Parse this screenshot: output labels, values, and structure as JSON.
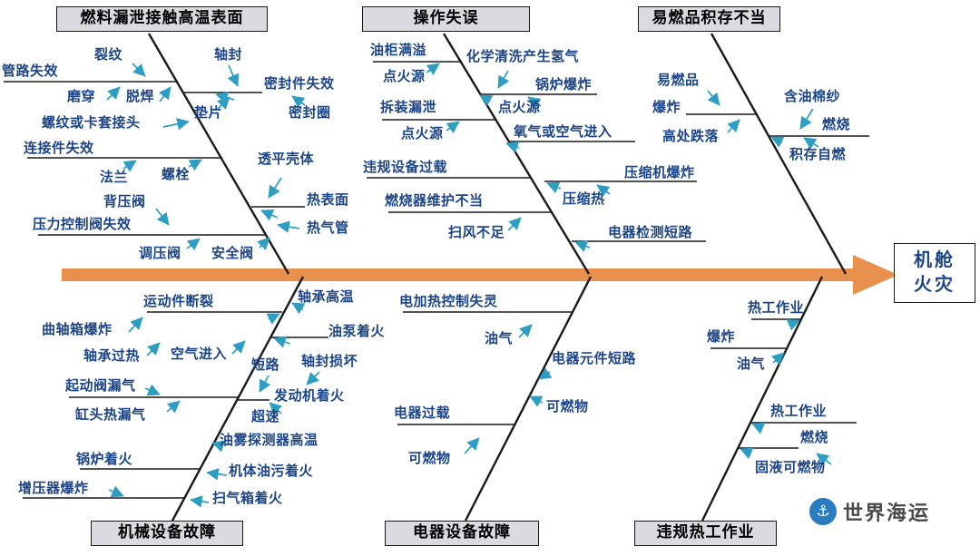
{
  "colors": {
    "spine_orange": "#E8914E",
    "cause_text_blue": "#1C4587",
    "arrow_cyan": "#2D9EC2",
    "category_box_gray": "#DADAE0"
  },
  "effect": {
    "line1": "机舱",
    "line2": "火灾"
  },
  "watermark": {
    "icon": "anchor-icon",
    "glyph": "⚓",
    "name": "世界海运"
  },
  "branches": {
    "fuel": {
      "title": "燃料漏泄接触高温表面",
      "labels": [
        "裂纹",
        "管路失效",
        "轴封",
        "磨穿",
        "脱焊",
        "密封件失效",
        "垫片",
        "密封圈",
        "螺纹或卡套接头",
        "连接件失效",
        "法兰",
        "螺栓",
        "透平壳体",
        "背压阀",
        "热表面",
        "压力控制阀失效",
        "热气管",
        "调压阀",
        "安全阀"
      ]
    },
    "operation": {
      "title": "操作失误",
      "labels": [
        "油柜满溢",
        "化学清洗产生氢气",
        "点火源",
        "锅炉爆炸",
        "拆装漏泄",
        "点火源",
        "点火源",
        "氧气或空气进入",
        "违规设备过载",
        "压缩机爆炸",
        "燃烧器维护不当",
        "压缩热",
        "扫风不足",
        "电器检测短路"
      ]
    },
    "flammable": {
      "title": "易燃品积存不当",
      "labels": [
        "易燃品",
        "含油棉纱",
        "爆炸",
        "燃烧",
        "高处跌落",
        "积存自燃"
      ]
    },
    "mechanical": {
      "title": "机械设备故障",
      "labels": [
        "运动件断裂",
        "轴承高温",
        "曲轴箱爆炸",
        "油泵着火",
        "轴承过热",
        "空气进入",
        "短路",
        "轴封损坏",
        "起动阀漏气",
        "发动机着火",
        "缸头热漏气",
        "超速",
        "油雾探测器高温",
        "锅炉着火",
        "机体油污着火",
        "增压器爆炸",
        "扫气箱着火"
      ]
    },
    "electrical": {
      "title": "电器设备故障",
      "labels": [
        "电加热控制失灵",
        "油气",
        "电器元件短路",
        "可燃物",
        "电器过载",
        "可燃物"
      ]
    },
    "hotwork": {
      "title": "违规热工作业",
      "labels": [
        "热工作业",
        "爆炸",
        "油气",
        "热工作业",
        "燃烧",
        "固液可燃物"
      ]
    }
  }
}
